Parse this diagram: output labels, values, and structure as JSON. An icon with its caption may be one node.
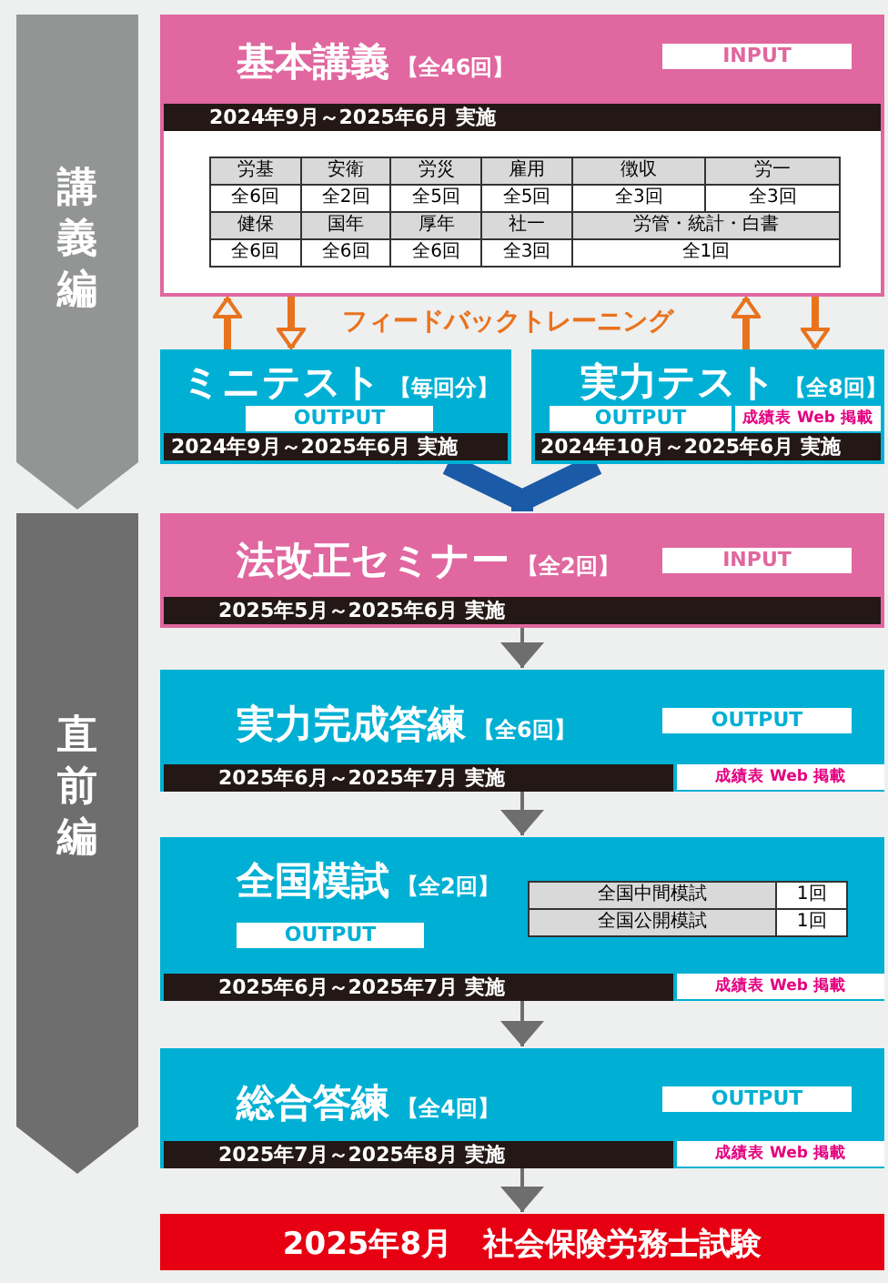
{
  "diagram": {
    "nodes": [
      {
        "text": [
          "講義編"
        ]
      },
      {
        "text": [
          "直前編"
        ]
      },
      {
        "text": [
          "基本講義",
          "【全46回】",
          "INPUT",
          "2024年9月～2025年6月 実施"
        ]
      },
      {
        "text": [
          "ミニテスト",
          "【毎回分】",
          "OUTPUT",
          "2024年9月～2025年6月 実施"
        ]
      },
      {
        "text": [
          "実力テスト",
          "【全8回】",
          "OUTPUT",
          "成績表 Web 掲載",
          "2024年10月～2025年6月 実施"
        ]
      },
      {
        "text": [
          "法改正セミナー",
          "【全2回】",
          "INPUT",
          "2025年5月～2025年6月 実施"
        ]
      },
      {
        "text": [
          "実力完成答練",
          "【全6回】",
          "OUTPUT",
          "2025年6月～2025年7月 実施",
          "成績表 Web 掲載"
        ]
      },
      {
        "text": [
          "全国模試",
          "【全2回】",
          "OUTPUT",
          "2025年6月～2025年7月 実施",
          "成績表 Web 掲載"
        ]
      },
      {
        "text": [
          "総合答練",
          "【全4回】",
          "OUTPUT",
          "2025年7月～2025年8月 実施",
          "成績表 Web 掲載"
        ]
      },
      {
        "text": [
          "2025年8月　社会保険労務士試験"
        ]
      }
    ],
    "edges": [
      {
        "from": 3,
        "to": 2,
        "arrow": "to",
        "color": "#e8731e"
      },
      {
        "from": 2,
        "to": 3,
        "arrow": "to",
        "color": "#e8731e"
      },
      {
        "from": 4,
        "to": 2,
        "arrow": "to",
        "color": "#e8731e"
      },
      {
        "from": 2,
        "to": 4,
        "arrow": "to",
        "color": "#e8731e"
      },
      {
        "from": 3,
        "to": 5,
        "arrow": "to",
        "style": "thick",
        "color": "#1b5aa6"
      },
      {
        "from": 4,
        "to": 5,
        "arrow": "to",
        "style": "thick",
        "color": "#1b5aa6"
      },
      {
        "from": 5,
        "to": 6,
        "arrow": "to",
        "color": "#6e6e6e"
      },
      {
        "from": 6,
        "to": 7,
        "arrow": "to",
        "color": "#6e6e6e"
      },
      {
        "from": 7,
        "to": 8,
        "arrow": "to",
        "color": "#6e6e6e"
      },
      {
        "from": 8,
        "to": 9,
        "arrow": "to",
        "color": "#6e6e6e"
      }
    ],
    "labels": [
      "労基",
      "安衛",
      "労災",
      "雇用",
      "徴収",
      "労一",
      "全6回",
      "全2回",
      "全5回",
      "全5回",
      "全3回",
      "全3回",
      "健保",
      "国年",
      "厚年",
      "社一",
      "労管・統計・白書",
      "全6回",
      "全6回",
      "全6回",
      "全3回",
      "全1回",
      "フィードバックトレーニング",
      "全国中間模試",
      "1回",
      "全国公開模試",
      "1回"
    ]
  }
}
